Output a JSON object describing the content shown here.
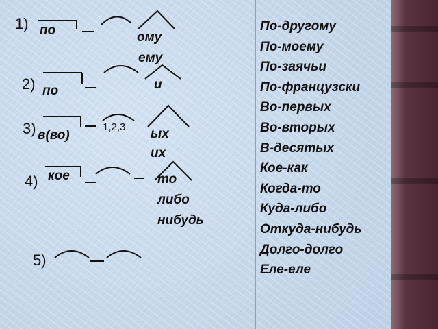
{
  "rules": [
    {
      "number": "1)",
      "prefix": "по",
      "endings": [
        "ому",
        "ему"
      ]
    },
    {
      "number": "2)",
      "prefix": "по",
      "endings": [
        "и"
      ]
    },
    {
      "number": "3)",
      "prefix": "в(во)",
      "note": "1,2,3",
      "endings": [
        "ых",
        "их"
      ]
    },
    {
      "number": "4)",
      "prefix": "кое",
      "endings": [
        "то",
        "либо",
        "нибудь"
      ]
    },
    {
      "number": "5)"
    }
  ],
  "examples": [
    "По-другому",
    "По-моему",
    "По-заячьи",
    "По-французски",
    "Во-первых",
    "Во-вторых",
    "В-десятых",
    "Кое-как",
    "Когда-то",
    "Куда-либо",
    "Откуда-нибудь",
    "Долго-долго",
    "Еле-еле"
  ]
}
